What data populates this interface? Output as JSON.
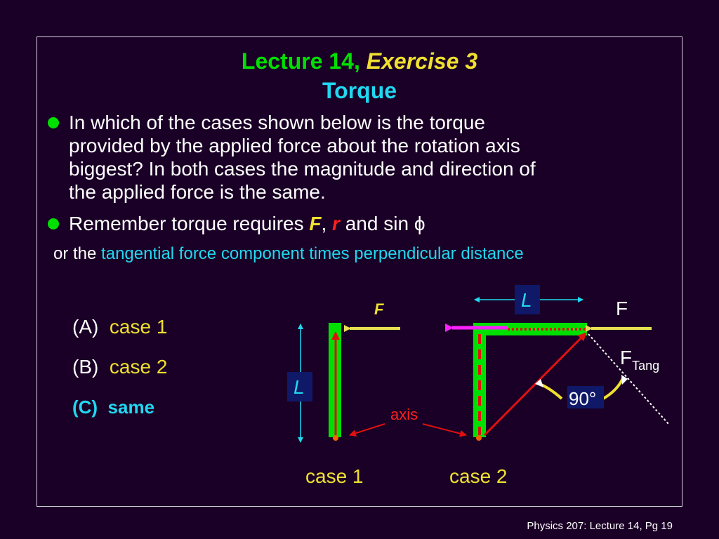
{
  "title": {
    "prefix": "Lecture 14,",
    "exercise": "Exercise 3",
    "subtitle": "Torque"
  },
  "bullets": [
    {
      "lines": [
        "In which of the cases shown below is the torque",
        "provided by the applied force about the rotation axis",
        "biggest?  In both cases the magnitude and direction of",
        "the applied force is the same."
      ]
    },
    {
      "text_before": "Remember torque requires ",
      "f": "F",
      "comma": ", ",
      "r": "r",
      "text_after": " and sin ",
      "phi": "ϕ"
    }
  ],
  "note": {
    "prefix": "or the ",
    "highlight": "tangential force component times perpendicular distance"
  },
  "options": [
    {
      "letter": "(A)",
      "value": "case 1"
    },
    {
      "letter": "(B)",
      "value": "case 2"
    },
    {
      "letter": "(C)",
      "value": "same"
    }
  ],
  "diagram": {
    "force_label_case1": "F",
    "force_label_case2": "F",
    "length_label": "L",
    "length_label_case2": "L",
    "axis_label": "axis",
    "tang_label": "F",
    "tang_sub": "Tang",
    "angle_label": "90°",
    "case1_caption": "case 1",
    "case2_caption": "case 2",
    "colors": {
      "rod": "#00e000",
      "force": "#e8e050",
      "radius": "#e01010",
      "tangential": "#ff20ff",
      "length_marker": "#20d8f0"
    }
  },
  "footer": "Physics 207: Lecture 14, Pg 19"
}
